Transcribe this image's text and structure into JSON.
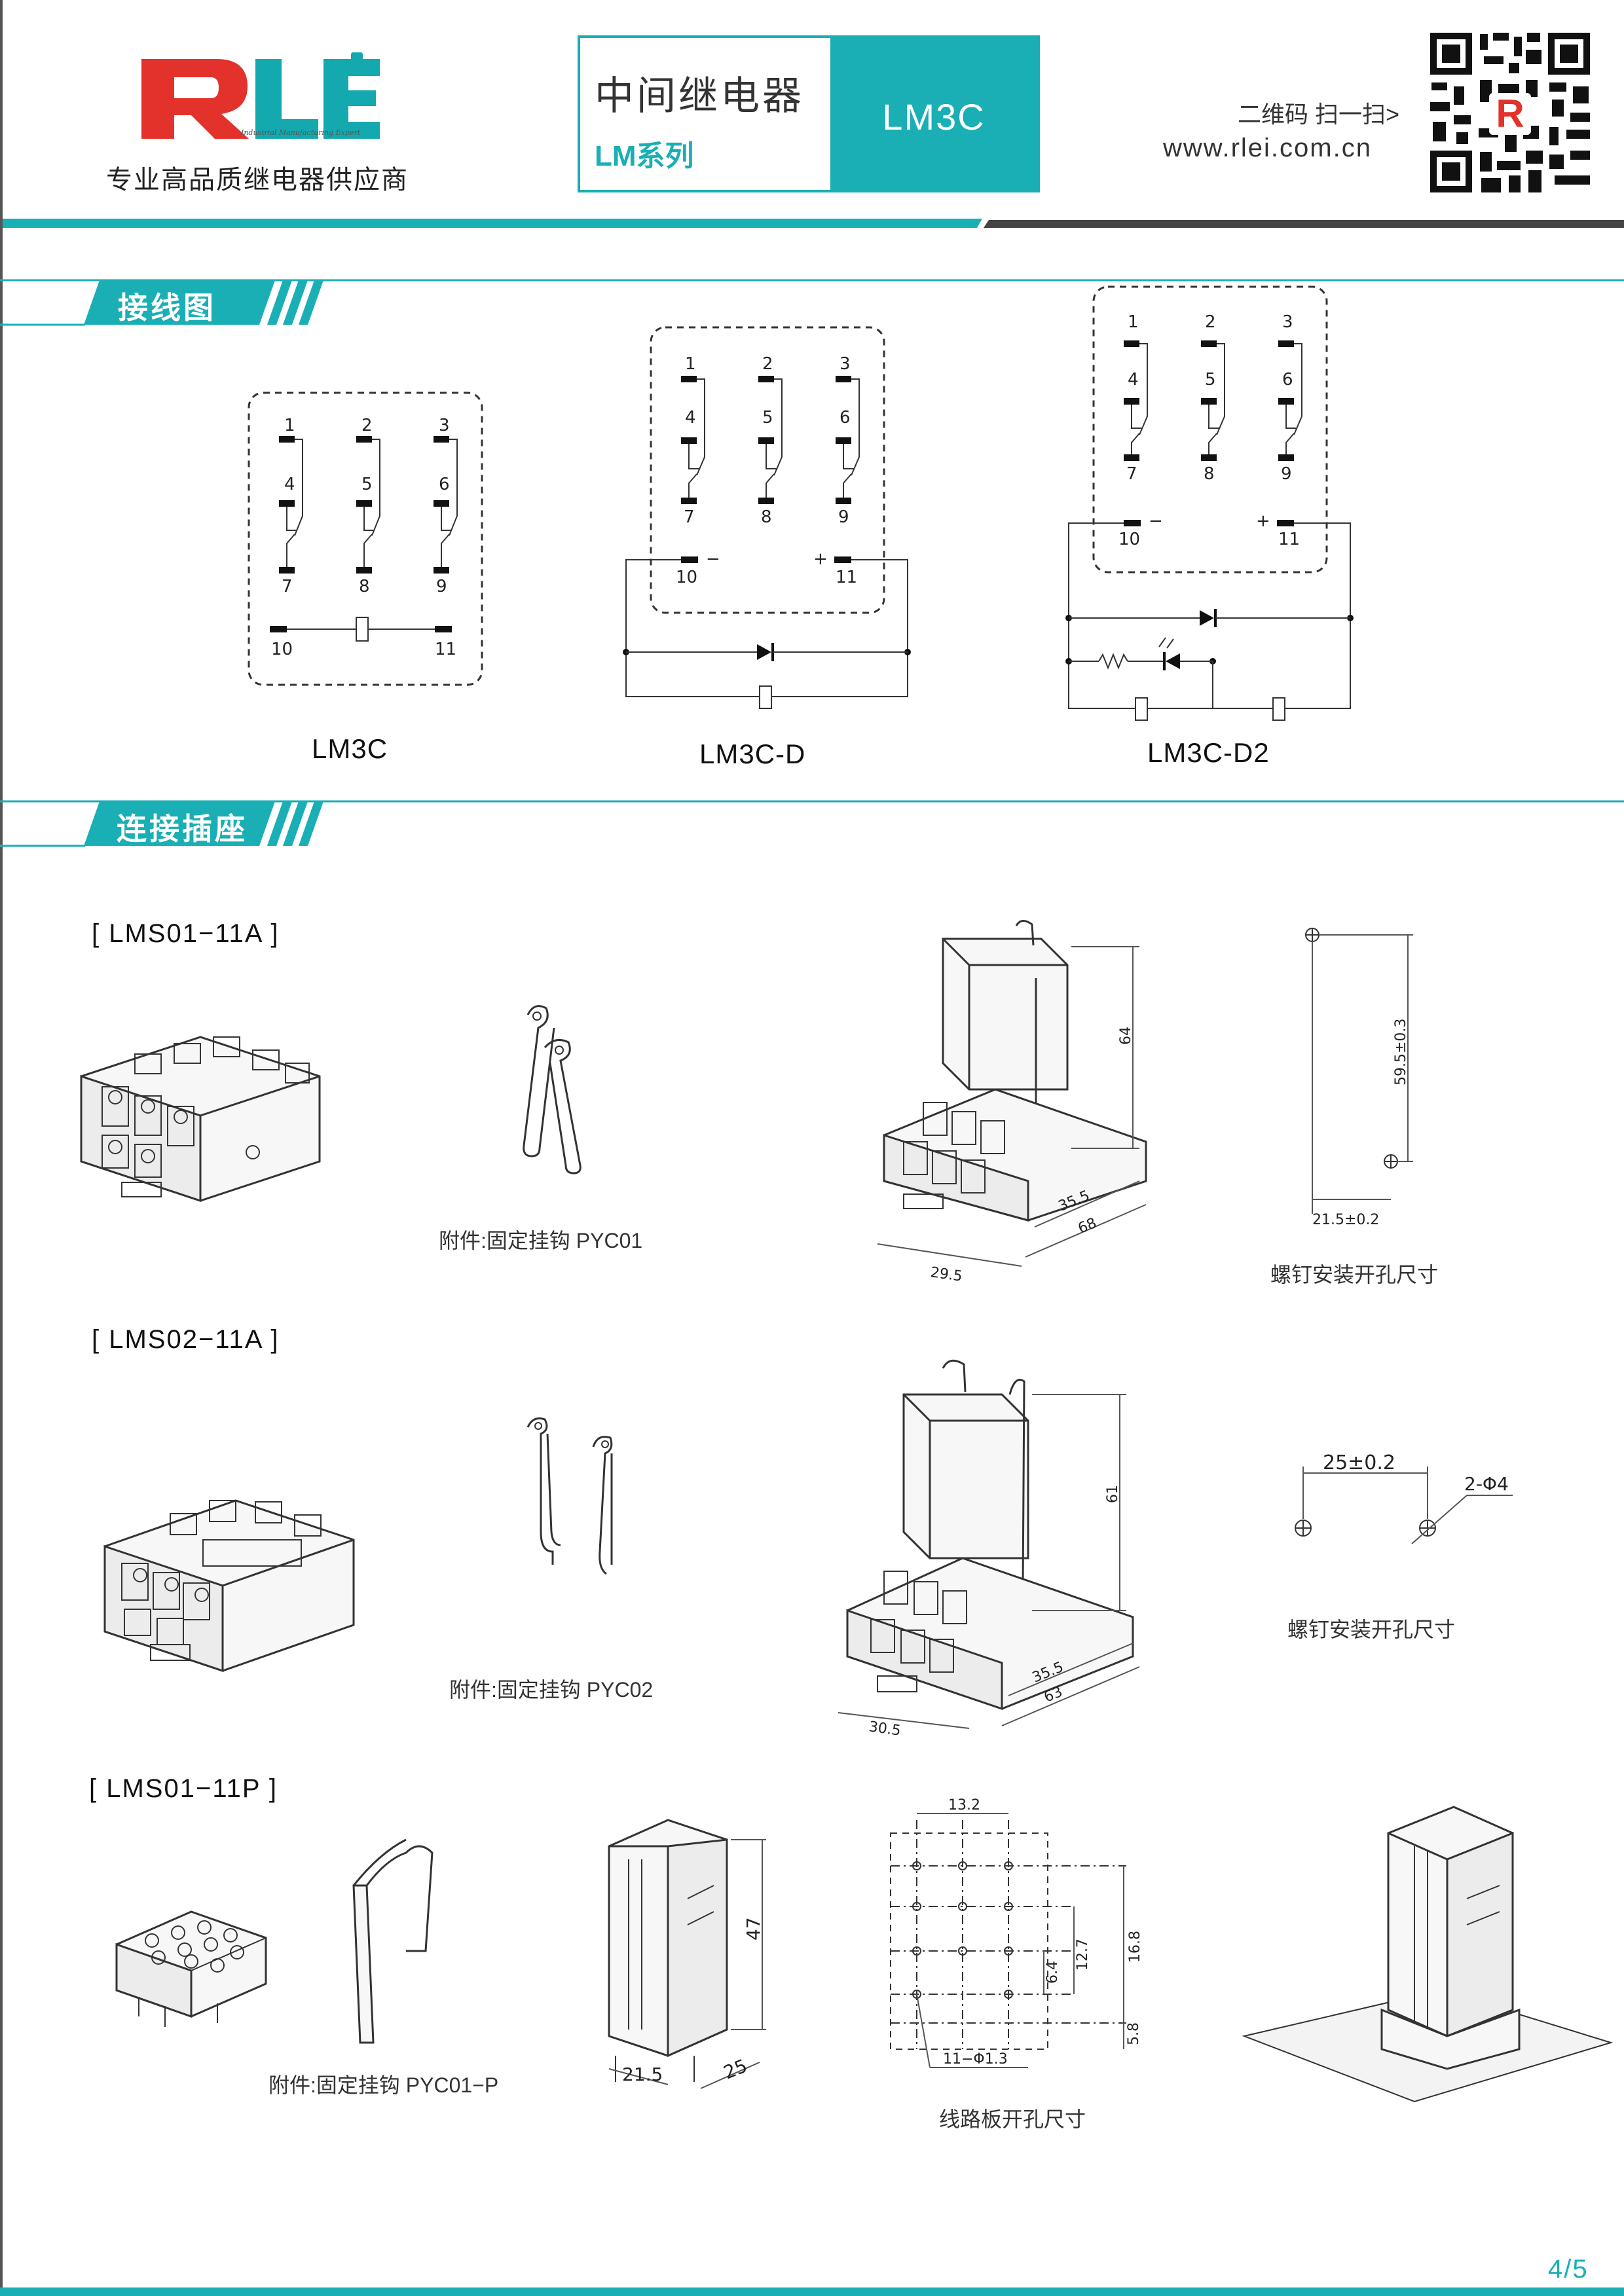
{
  "header": {
    "logo_text": "RLEi",
    "logo_tagline": "Industrial Manufacturing Expert",
    "company_slogan": "专业高品质继电器供应商",
    "product_category": "中间继电器",
    "product_series": "LM系列",
    "model": "LM3C",
    "qr_caption": "二维码 扫一扫>",
    "website": "www.rlei.com.cn"
  },
  "colors": {
    "accent": "#1aaeb5",
    "accent_light": "#2cc4c8",
    "dark": "#444444"
  },
  "sections": {
    "wiring": "接线图",
    "socket": "连接插座"
  },
  "wiring_diagrams": [
    {
      "name": "LM3C",
      "pins": [
        "1",
        "2",
        "3",
        "4",
        "5",
        "6",
        "7",
        "8",
        "9",
        "10",
        "11"
      ]
    },
    {
      "name": "LM3C-D",
      "pins": [
        "1",
        "2",
        "3",
        "4",
        "5",
        "6",
        "7",
        "8",
        "9",
        "10",
        "11"
      ],
      "minus": "−",
      "plus": "+"
    },
    {
      "name": "LM3C-D2",
      "pins": [
        "1",
        "2",
        "3",
        "4",
        "5",
        "6",
        "7",
        "8",
        "9",
        "10",
        "11"
      ],
      "minus": "−",
      "plus": "+"
    }
  ],
  "sockets": [
    {
      "title": "[ LMS01−11A ]",
      "accessory_caption": "附件:固定挂钩 PYC01",
      "dims": {
        "height": "64",
        "d1": "35.5",
        "d2": "68",
        "width": "29.5"
      },
      "mount_dims": {
        "spacing": "59.5±0.3",
        "offset": "21.5±0.2"
      },
      "mount_caption": "螺钉安装开孔尺寸"
    },
    {
      "title": "[ LMS02−11A ]",
      "accessory_caption": "附件:固定挂钩 PYC02",
      "dims": {
        "height": "61",
        "d1": "35.5",
        "d2": "63",
        "width": "30.5"
      },
      "mount_dims": {
        "spacing": "25±0.2",
        "holes": "2-Φ4"
      },
      "mount_caption": "螺钉安装开孔尺寸"
    },
    {
      "title": "[ LMS01−11P ]",
      "accessory_caption": "附件:固定挂钩 PYC01−P",
      "dims": {
        "height": "47",
        "width": "21.5",
        "depth": "25"
      },
      "pcb_dims": {
        "top": "13.2",
        "h1": "16.8",
        "h2": "12.7",
        "h3": "6.4",
        "h4": "5.8",
        "holes": "11−Φ1.3"
      },
      "pcb_caption": "线路板开孔尺寸"
    }
  ],
  "footer": {
    "page": "4/5"
  }
}
